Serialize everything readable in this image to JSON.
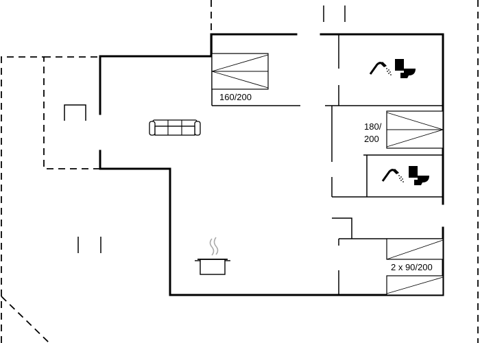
{
  "rooms": {
    "bed_top": {
      "size_label": "160/200"
    },
    "bed_right": {
      "size_label_line1": "180/",
      "size_label_line2": "200"
    },
    "bed_bottom": {
      "size_label": "2 x 90/200"
    }
  },
  "icons": [
    "sofa-icon",
    "shower-icon",
    "toilet-icon",
    "cooking-pot-icon",
    "bed-icon"
  ]
}
